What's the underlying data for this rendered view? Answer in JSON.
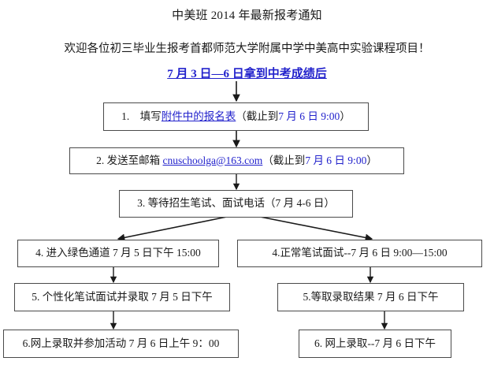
{
  "document": {
    "title": "中美班 2014 年最新报考通知",
    "subtitle": "欢迎各位初三毕业生报考首都师范大学附属中学中美高中实验课程项目！",
    "headline": "7 月 3 日—6 日拿到中考成绩后"
  },
  "colors": {
    "link_blue": "#2222cc",
    "text_black": "#1a1a1a",
    "box_border": "#4a4a4a",
    "background": "#ffffff"
  },
  "flow": {
    "step1": {
      "prefix": "1.　填写",
      "link": "附件中的报名表",
      "mid": "（截止到",
      "date": "7 月 6 日 9:00",
      "suffix": "）"
    },
    "step2": {
      "prefix": "2. 发送至邮箱 ",
      "link": "cnuschoolga@163.com",
      "mid": "（截止到",
      "date": "7 月 6 日 9:00",
      "suffix": "）"
    },
    "step3": {
      "text": "3. 等待招生笔试、面试电话（7 月 4-6 日）"
    },
    "left_branch": {
      "step4": "4. 进入绿色通道 7 月 5 日下午 15:00",
      "step5": "5. 个性化笔试面试并录取 7 月 5 日下午",
      "step6": "6.网上录取并参加活动 7 月 6 日上午 9：00"
    },
    "right_branch": {
      "step4": "4.正常笔试面试--7 月 6 日 9:00—15:00",
      "step5": "5.等取录取结果 7 月 6 日下午",
      "step6": "6. 网上录取--7 月 6 日下午"
    }
  }
}
